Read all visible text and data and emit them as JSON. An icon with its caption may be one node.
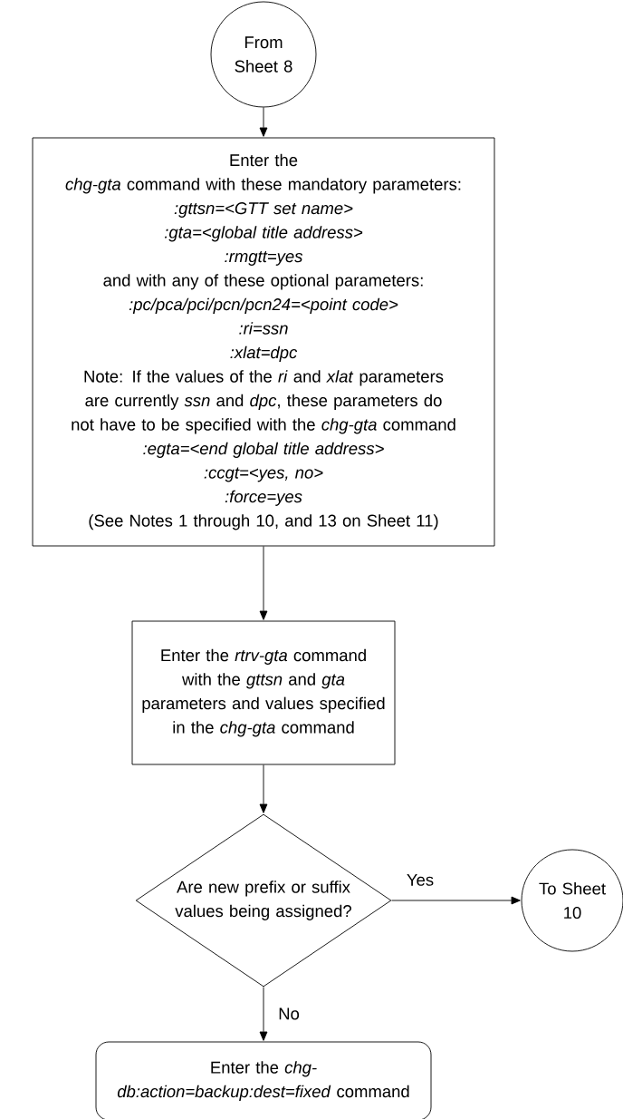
{
  "diagram": {
    "nodes": [
      {
        "text": [
          "From Sheet 8"
        ]
      },
      {
        "text": [
          "Enter the",
          "*chg-gta* command with these mandatory parameters:",
          ":gttsn=<GTT set name>",
          ":gta=<global title address>",
          ":rmgtt=yes",
          "and with any of these optional parameters:",
          ":pc/pca/pci/pcn/pcn24=<point code>",
          ":ri=ssn",
          ":xlat=dpc",
          "Note: If the values of the *ri* and *xlat* parameters are currently *ssn* and *dpc*, these parameters do not have to be specified with the *chg-gta* command",
          ":egta=<end global title address>",
          ":ccgt=<yes, no>",
          ":force=yes",
          "(See Notes 1 through 10, and 13 on Sheet 11)"
        ]
      },
      {
        "text": [
          "Enter the *rtrv-gta* command with the *gttsn* and *gta* parameters and values specified in the *chg-gta* command"
        ]
      },
      {
        "text": [
          "Are new prefix or suffix values being assigned?"
        ]
      },
      {
        "text": [
          "To Sheet 10"
        ]
      },
      {
        "text": [
          "Enter the *chg-db:action=backup:dest=fixed* command"
        ]
      }
    ],
    "edges": [
      {
        "from": 0,
        "to": 1,
        "arrow": "to"
      },
      {
        "from": 1,
        "to": 2,
        "arrow": "to"
      },
      {
        "from": 2,
        "to": 3,
        "arrow": "to"
      },
      {
        "from": 3,
        "to": 4,
        "arrow": "to",
        "label": "Yes"
      },
      {
        "from": 3,
        "to": 5,
        "arrow": "to",
        "label": "No"
      }
    ]
  }
}
